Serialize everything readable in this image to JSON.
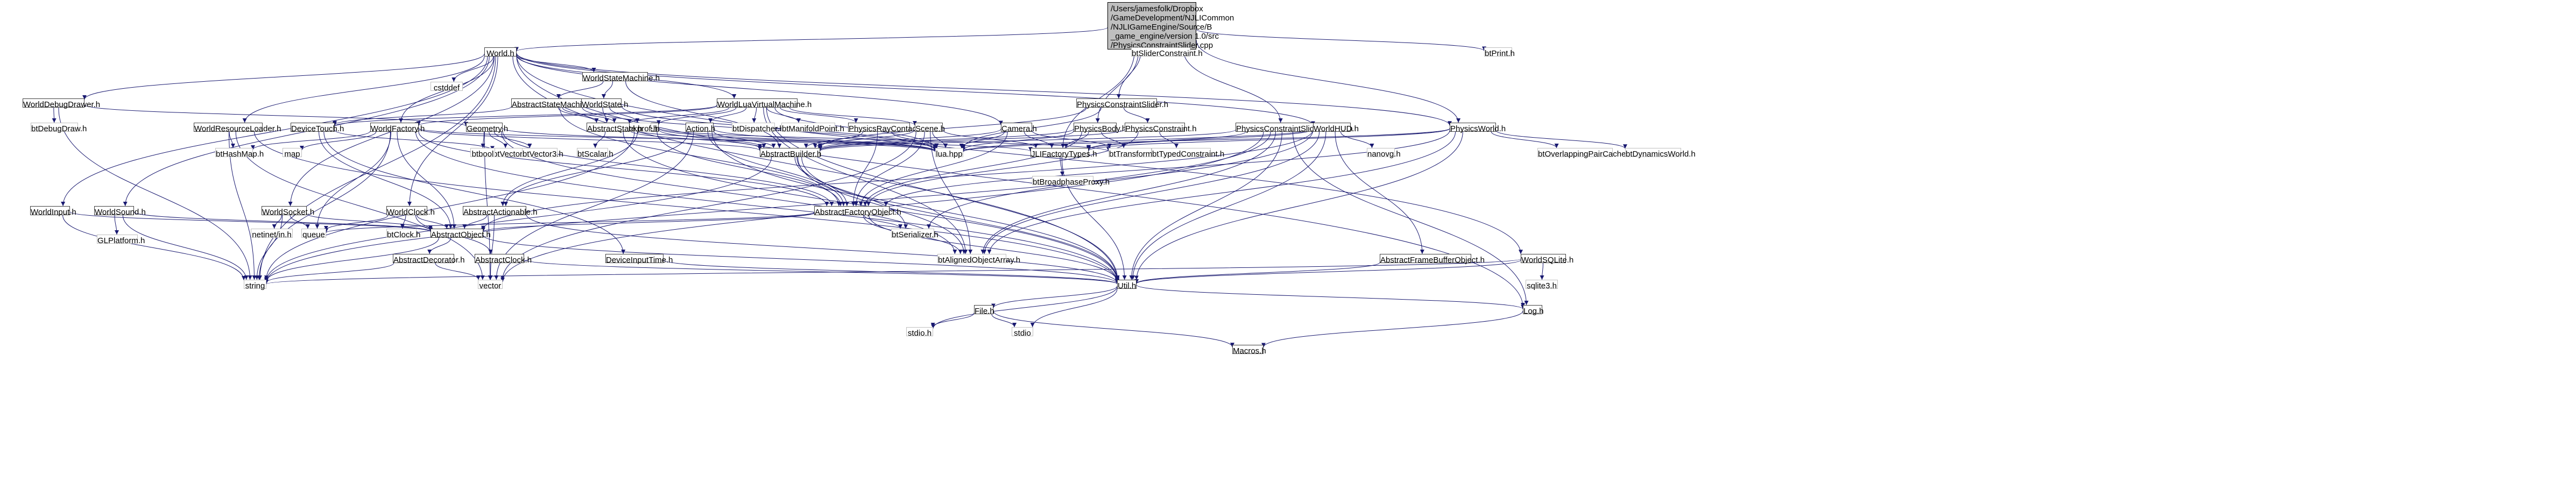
{
  "graph": {
    "nodes": [
      {
        "id": "root",
        "label": "/Users/jamesfolk/Dropbox\n/GameDevelopment/NJLICommon\n/NJLIGameEngine/Source/B\n_game_engine/version 1.0/src\n/PhysicsConstraintSlider.cpp",
        "kind": "root"
      },
      {
        "id": "World",
        "label": "World.h",
        "kind": "file"
      },
      {
        "id": "cstddef",
        "label": "cstddef",
        "kind": "ext"
      },
      {
        "id": "WorldStateMachine",
        "label": "WorldStateMachine.h",
        "kind": "file"
      },
      {
        "id": "WorldDebugDrawer",
        "label": "WorldDebugDrawer.h",
        "kind": "file"
      },
      {
        "id": "btDebugDraw",
        "label": "btDebugDraw.h",
        "kind": "ext"
      },
      {
        "id": "AbstractStateMachine",
        "label": "AbstractStateMachine.h",
        "kind": "file"
      },
      {
        "id": "WorldState",
        "label": "WorldState.h",
        "kind": "file"
      },
      {
        "id": "WorldLuaVirtualMachine",
        "label": "WorldLuaVirtualMachine.h",
        "kind": "file"
      },
      {
        "id": "WorldResourceLoader",
        "label": "WorldResourceLoader.h",
        "kind": "file"
      },
      {
        "id": "DeviceTouch",
        "label": "DeviceTouch.h",
        "kind": "file"
      },
      {
        "id": "WorldFactory",
        "label": "WorldFactory.h",
        "kind": "file"
      },
      {
        "id": "Geometry",
        "label": "Geometry.h",
        "kind": "file"
      },
      {
        "id": "Node",
        "label": "Node.h",
        "kind": "file"
      },
      {
        "id": "Action",
        "label": "Action.h",
        "kind": "file"
      },
      {
        "id": "btQuickprof",
        "label": "btQuickprof.h",
        "kind": "ext"
      },
      {
        "id": "AbstractState",
        "label": "AbstractState.h",
        "kind": "file"
      },
      {
        "id": "btDispatcher",
        "label": "btDispatcher.h",
        "kind": "ext"
      },
      {
        "id": "btManifoldPoint",
        "label": "btManifoldPoint.h",
        "kind": "ext"
      },
      {
        "id": "PhysicsRayContact",
        "label": "PhysicsRayContact.h",
        "kind": "file"
      },
      {
        "id": "Scene",
        "label": "Scene.h",
        "kind": "file"
      },
      {
        "id": "Camera",
        "label": "Camera.h",
        "kind": "file"
      },
      {
        "id": "PhysicsBody",
        "label": "PhysicsBody.h",
        "kind": "file"
      },
      {
        "id": "PhysicsConstraintSlider",
        "label": "PhysicsConstraintSlider.h",
        "kind": "file"
      },
      {
        "id": "PhysicsConstraint",
        "label": "PhysicsConstraint.h",
        "kind": "file"
      },
      {
        "id": "PhysicsConstraintSliderBuilder",
        "label": "PhysicsConstraintSliderBuilder.h",
        "kind": "file"
      },
      {
        "id": "WorldHUD",
        "label": "WorldHUD.h",
        "kind": "file"
      },
      {
        "id": "PhysicsWorld",
        "label": "PhysicsWorld.h",
        "kind": "file"
      },
      {
        "id": "btSliderConstraint",
        "label": "btSliderConstraint.h",
        "kind": "ext"
      },
      {
        "id": "btPrint",
        "label": "btPrint.h",
        "kind": "ext"
      },
      {
        "id": "WorldInput",
        "label": "WorldInput.h",
        "kind": "file"
      },
      {
        "id": "WorldSound",
        "label": "WorldSound.h",
        "kind": "file"
      },
      {
        "id": "GLPlatform",
        "label": "GLPlatform.h",
        "kind": "ext"
      },
      {
        "id": "btHashMap",
        "label": "btHashMap.h",
        "kind": "ext"
      },
      {
        "id": "map",
        "label": "map",
        "kind": "ext"
      },
      {
        "id": "WorldSocket",
        "label": "WorldSocket.h",
        "kind": "file"
      },
      {
        "id": "WorldClock",
        "label": "WorldClock.h",
        "kind": "file"
      },
      {
        "id": "btVector2",
        "label": "btVector2.h",
        "kind": "ext"
      },
      {
        "id": "btVector3",
        "label": "btVector3.h",
        "kind": "ext"
      },
      {
        "id": "btScalar",
        "label": "btScalar.h",
        "kind": "ext"
      },
      {
        "id": "btBool",
        "label": "btbool",
        "kind": "ext"
      },
      {
        "id": "AbstractActionable",
        "label": "AbstractActionable.h",
        "kind": "file"
      },
      {
        "id": "AbstractBuilder",
        "label": "AbstractBuilder.h",
        "kind": "file"
      },
      {
        "id": "luahpp",
        "label": "lua.hpp",
        "kind": "ext"
      },
      {
        "id": "JLIFactoryTypes",
        "label": "JLIFactoryTypes.h",
        "kind": "file"
      },
      {
        "id": "btTransform",
        "label": "btTransform.h",
        "kind": "ext"
      },
      {
        "id": "btTypedConstraint",
        "label": "btTypedConstraint.h",
        "kind": "ext"
      },
      {
        "id": "nanovg",
        "label": "nanovg.h",
        "kind": "ext"
      },
      {
        "id": "btOverlappingPairCache",
        "label": "btOverlappingPairCache.h",
        "kind": "ext"
      },
      {
        "id": "btDynamicsWorld",
        "label": "btDynamicsWorld.h",
        "kind": "ext"
      },
      {
        "id": "AbstractFactoryObject",
        "label": "AbstractFactoryObject.h",
        "kind": "file"
      },
      {
        "id": "btBroadphaseProxy",
        "label": "btBroadphaseProxy.h",
        "kind": "ext"
      },
      {
        "id": "btSerializer",
        "label": "btSerializer.h",
        "kind": "ext"
      },
      {
        "id": "btAlignedObjectArray",
        "label": "btAlignedObjectArray.h",
        "kind": "ext"
      },
      {
        "id": "queue",
        "label": "queue",
        "kind": "ext"
      },
      {
        "id": "netinet",
        "label": "netinet/in.h",
        "kind": "ext"
      },
      {
        "id": "btClock",
        "label": "btClock.h",
        "kind": "ext"
      },
      {
        "id": "AbstractObject",
        "label": "AbstractObject.h",
        "kind": "file"
      },
      {
        "id": "AbstractDecorator",
        "label": "AbstractDecorator.h",
        "kind": "file"
      },
      {
        "id": "AbstractClock",
        "label": "AbstractClock.h",
        "kind": "file"
      },
      {
        "id": "DeviceInputTime",
        "label": "DeviceInputTime.h",
        "kind": "file"
      },
      {
        "id": "AbstractFrameBufferObject",
        "label": "AbstractFrameBufferObject.h",
        "kind": "file"
      },
      {
        "id": "WorldSQLite",
        "label": "WorldSQLite.h",
        "kind": "file"
      },
      {
        "id": "sqlite3",
        "label": "sqlite3.h",
        "kind": "ext"
      },
      {
        "id": "string",
        "label": "string",
        "kind": "ext"
      },
      {
        "id": "vector",
        "label": "vector",
        "kind": "ext"
      },
      {
        "id": "Util",
        "label": "Util.h",
        "kind": "file"
      },
      {
        "id": "File",
        "label": "File.h",
        "kind": "file"
      },
      {
        "id": "stdioh",
        "label": "stdio.h",
        "kind": "ext"
      },
      {
        "id": "stdioc",
        "label": "stdio",
        "kind": "ext"
      },
      {
        "id": "Log",
        "label": "Log.h",
        "kind": "file"
      },
      {
        "id": "Macros",
        "label": "Macros.h",
        "kind": "file"
      }
    ]
  }
}
